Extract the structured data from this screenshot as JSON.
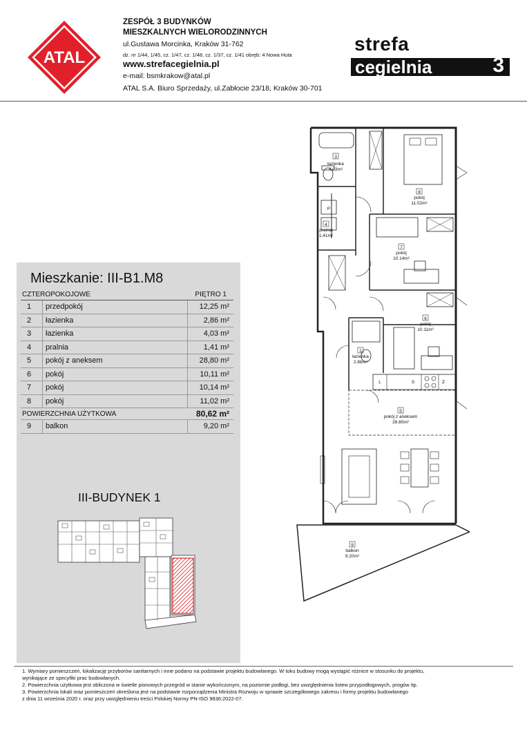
{
  "header": {
    "logo_text": "ATAL",
    "title_line1": "ZESPÓŁ 3 BUDYNKÓW",
    "title_line2": "MIESZKALNYCH WIELORODZINNYCH",
    "address": "ul.Gustawa Morcinka, Kraków 31-762",
    "plots": "dz. nr 1/44,  1/45, cz. 1/47, cz. 1/48, cz. 1/37, cz. 1/41  obręb: 4 Nowa Huta",
    "website": "www.strefacegielnia.pl",
    "email": "e-mail: bsmkrakow@atal.pl",
    "office": "ATAL S.A. Biuro Sprzedaży, ul.Zabłocie 23/18, Kraków 30-701",
    "brand_line1": "strefa",
    "brand_line2": "cegielnia",
    "brand_number": "3"
  },
  "apartment": {
    "title": "Mieszkanie: III-B1.M8",
    "type": "CZTEROPOKOJOWE",
    "floor": "PIĘTRO 1",
    "rooms": [
      {
        "no": "1",
        "name": "przedpokój",
        "area": "12,25 m²"
      },
      {
        "no": "2",
        "name": "łazienka",
        "area": "2,86 m²"
      },
      {
        "no": "3",
        "name": "łazienka",
        "area": "4,03 m²"
      },
      {
        "no": "4",
        "name": "pralnia",
        "area": "1,41 m²"
      },
      {
        "no": "5",
        "name": "pokój z aneksem",
        "area": "28,80 m²"
      },
      {
        "no": "6",
        "name": "pokój",
        "area": "10,11 m²"
      },
      {
        "no": "7",
        "name": "pokój",
        "area": "10,14 m²"
      },
      {
        "no": "8",
        "name": "pokój",
        "area": "11,02 m²"
      }
    ],
    "usable_label": "POWIERZCHNIA UŻYTKOWA",
    "usable_area": "80,62 m²",
    "balcony": {
      "no": "9",
      "name": "balkon",
      "area": "9,20 m²"
    },
    "building": "III-BUDYNEK 1"
  },
  "plan_labels": {
    "r3": {
      "no": "3",
      "name": "łazienka",
      "area": "4.03m²"
    },
    "r8": {
      "no": "8",
      "name": "pokój",
      "area": "11.02m²"
    },
    "r4": {
      "no": "4",
      "name": "pralnia",
      "area": "1.41m²"
    },
    "r7": {
      "no": "7",
      "name": "pokój",
      "area": "10.14m²"
    },
    "r6": {
      "no": "6",
      "name": "pokój",
      "area": "10.11m²"
    },
    "r2": {
      "no": "2",
      "name": "łazienka",
      "area": "2.86m²"
    },
    "r5": {
      "no": "5",
      "name": "pokój z aneksem",
      "area": "28.80m²"
    },
    "r9": {
      "no": "9",
      "name": "balkon",
      "area": "9.20m²"
    },
    "p": "P",
    "l": "L",
    "s": "S",
    "z": "Z"
  },
  "notes": [
    "1.  Wymiary pomieszczeń, lokalizację przyborów sanitarnych i inne podano na podstawie projektu budowlanego. W toku budowy mogą wystąpić różnice w stosunku do projektu,",
    "wynikające ze specyfiki prac budowlanych.",
    "2.  Powierzchnia użytkowa jest obliczona w świetle pionowych przegród w stanie wykończonym, na poziomie podłogi, bez uwzględnienia listew przypodłogowych, progów itp.",
    "3.  Powierzchnia lokali oraz pomieszczeń określona jest na podstawie rozporządzenia Ministra Rozwoju w sprawie szczegółowego zakresu i formy projektu budowlanego",
    "z dnia 11 września 2020 r. oraz przy uwzględnieniu treści Polskiej Normy PN-ISO 9836:2022-07."
  ],
  "colors": {
    "logo_red": "#e2202a",
    "panel_grey": "#d9d9d9",
    "highlight": "#e02020"
  }
}
